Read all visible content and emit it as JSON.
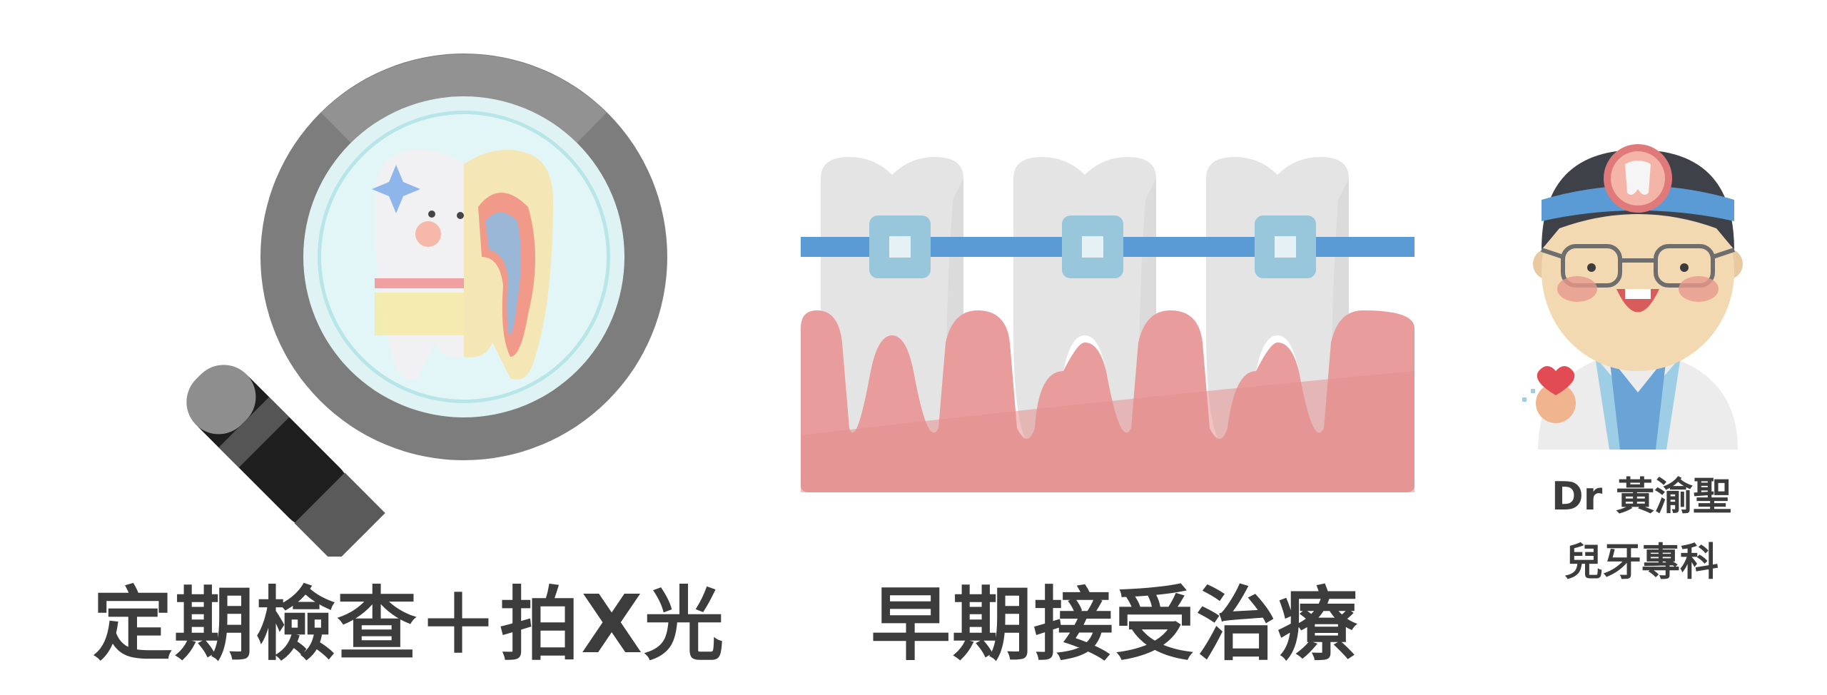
{
  "panels": [
    {
      "icon": "magnifier-tooth-xray-icon",
      "caption": "定期檢查＋拍X光"
    },
    {
      "icon": "braces-teeth-icon",
      "caption": "早期接受治療"
    }
  ],
  "doctor": {
    "icon": "cartoon-dentist-icon",
    "name": "Dr 黃渝聖",
    "title": "兒牙專科"
  },
  "colors": {
    "caption_text": "#3c3c3c",
    "gum": "#e99c9c",
    "tooth": "#e4e4e4",
    "wire": "#5b9bd5",
    "bracket": "#98c7dc",
    "lens": "#b8e6e8",
    "magnifier_frame": "#7d7d7d"
  }
}
